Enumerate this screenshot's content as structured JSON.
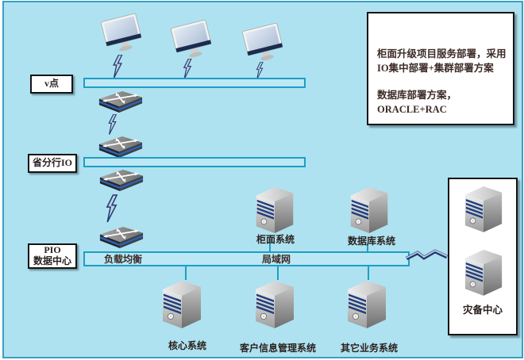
{
  "diagram": {
    "note_box": {
      "para1": "柜面升级项目服务部署，采用IO集中部署+集群部署方案",
      "para2": "数据库部署方案，ORACLE+RAC"
    },
    "left_labels": {
      "v_point": "v点",
      "province_io": "省分行IO",
      "pio_line1": "PIO",
      "pio_line2": "数据中心"
    },
    "bar3": {
      "load_balance": "负载均衡",
      "lan": "局域网"
    },
    "servers": {
      "counter": "柜面系统",
      "database": "数据库系统",
      "core": "核心系统",
      "crm": "客户信息管理系统",
      "other": "其它业务系统"
    },
    "dr_center": {
      "label": "灾备中心"
    }
  },
  "icons": {
    "monitor": "monitor-icon",
    "switch": "network-switch-icon",
    "server": "server-tower-icon",
    "bolt": "lightning-link-icon",
    "zigzag": "zigzag-link-icon"
  },
  "colors": {
    "background": "#aee2f0",
    "canvas_border": "#3a9fc2",
    "bar_fill": "#bce8f5",
    "bar_border": "#1e9ec6",
    "box_border": "#141414",
    "text": "#3c2a25",
    "stripe_navy": "#1e3f7d",
    "bolt_navy": "#22386b",
    "bolt_light": "#bcd0e8"
  }
}
